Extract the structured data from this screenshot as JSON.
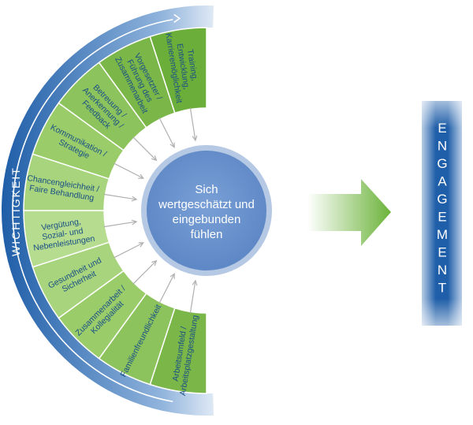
{
  "segments": [
    {
      "lines": [
        "Arbeitsumfeld /",
        "Arbeitsplatzgestaltung"
      ],
      "color": "#7ab648"
    },
    {
      "lines": [
        "Familienfreundlichkeit"
      ],
      "color": "#8cc35c"
    },
    {
      "lines": [
        "Zusammenarbeit /",
        "Kollegialität"
      ],
      "color": "#9acd6a"
    },
    {
      "lines": [
        "Gesundheit und",
        "Sicherheit"
      ],
      "color": "#a7d47c"
    },
    {
      "lines": [
        "Vergütung,",
        "Sozial- und",
        "Nebenleistungen"
      ],
      "color": "#b5dc8f"
    },
    {
      "lines": [
        "Chancengleichheit /",
        "Faire Behandlung"
      ],
      "color": "#a7d47c"
    },
    {
      "lines": [
        "Kommunikation /",
        "Strategie"
      ],
      "color": "#9acd6a"
    },
    {
      "lines": [
        "Betreuung /",
        "Anerkennung /",
        "Feedback"
      ],
      "color": "#8cc35c"
    },
    {
      "lines": [
        "Vorgesetzter /",
        "Führung des",
        "Zusammenarbeit"
      ],
      "color": "#7ab648"
    },
    {
      "lines": [
        "Training,",
        "Entwicklung,",
        "Karrieremöglichkeit"
      ],
      "color": "#6bae3a"
    }
  ],
  "center": {
    "lines": [
      "Sich",
      "wertgeschätzt und",
      "eingebunden",
      "fühlen"
    ]
  },
  "importance_label": "WICHTIGKEIT",
  "engagement_letters": [
    "E",
    "N",
    "G",
    "A",
    "G",
    "E",
    "M",
    "E",
    "N",
    "T"
  ],
  "colors": {
    "blue_dark": "#1f5ea8",
    "green": "#7ab648",
    "center": "#6f96cf"
  }
}
